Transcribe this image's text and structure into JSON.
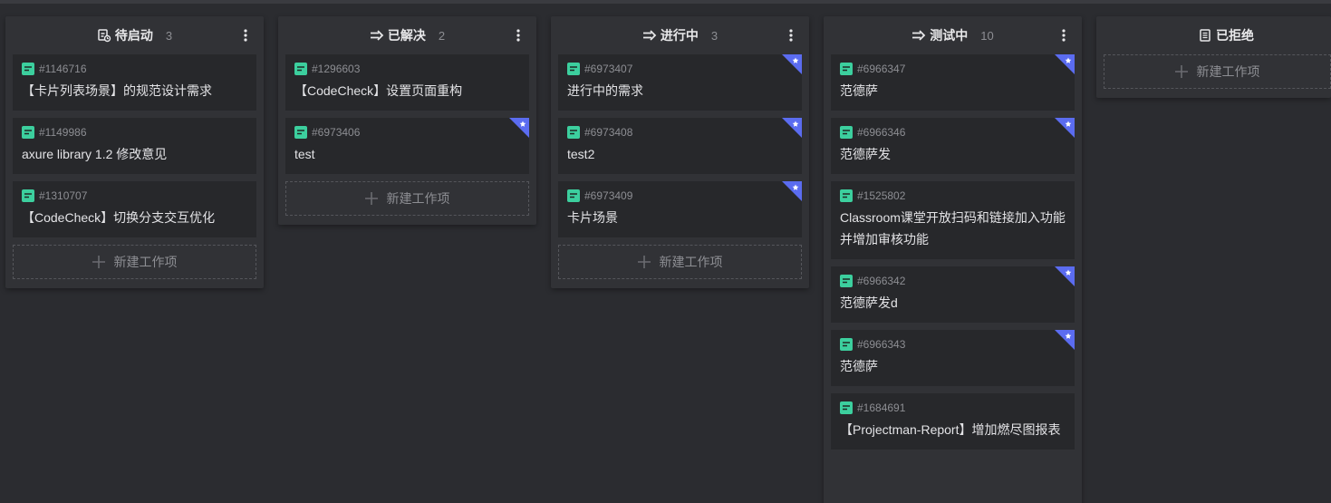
{
  "colors": {
    "accent_green": "#3ccf9e",
    "flag_blue": "#5b6cf0"
  },
  "columns": [
    {
      "title": "待启动",
      "count": "3",
      "icon": "task-start-icon",
      "cards": [
        {
          "id": "#1146716",
          "title": "【卡片列表场景】的规范设计需求",
          "flag": false
        },
        {
          "id": "#1149986",
          "title": "axure library 1.2 修改意见",
          "flag": false
        },
        {
          "id": "#1310707",
          "title": "【CodeCheck】切换分支交互优化",
          "flag": false
        }
      ],
      "new_label": "新建工作项"
    },
    {
      "title": "已解决",
      "count": "2",
      "icon": "arrow-right-icon",
      "cards": [
        {
          "id": "#1296603",
          "title": "【CodeCheck】设置页面重构",
          "flag": false
        },
        {
          "id": "#6973406",
          "title": "test",
          "flag": true
        }
      ],
      "new_label": "新建工作项"
    },
    {
      "title": "进行中",
      "count": "3",
      "icon": "arrow-right-icon",
      "cards": [
        {
          "id": "#6973407",
          "title": "进行中的需求",
          "flag": true
        },
        {
          "id": "#6973408",
          "title": "test2",
          "flag": true
        },
        {
          "id": "#6973409",
          "title": "卡片场景",
          "flag": true
        }
      ],
      "new_label": "新建工作项"
    },
    {
      "title": "测试中",
      "count": "10",
      "icon": "arrow-right-icon",
      "cards": [
        {
          "id": "#6966347",
          "title": "范德萨",
          "flag": true
        },
        {
          "id": "#6966346",
          "title": "范德萨发",
          "flag": true
        },
        {
          "id": "#1525802",
          "title": "Classroom课堂开放扫码和链接加入功能并增加审核功能",
          "flag": false
        },
        {
          "id": "#6966342",
          "title": "范德萨发d",
          "flag": true
        },
        {
          "id": "#6966343",
          "title": "范德萨",
          "flag": true
        },
        {
          "id": "#1684691",
          "title": "【Projectman-Report】增加燃尽图报表",
          "flag": false
        }
      ],
      "new_label": ""
    },
    {
      "title": "已拒绝",
      "count": "",
      "icon": "document-icon",
      "cards": [],
      "new_label": "新建工作项"
    }
  ]
}
